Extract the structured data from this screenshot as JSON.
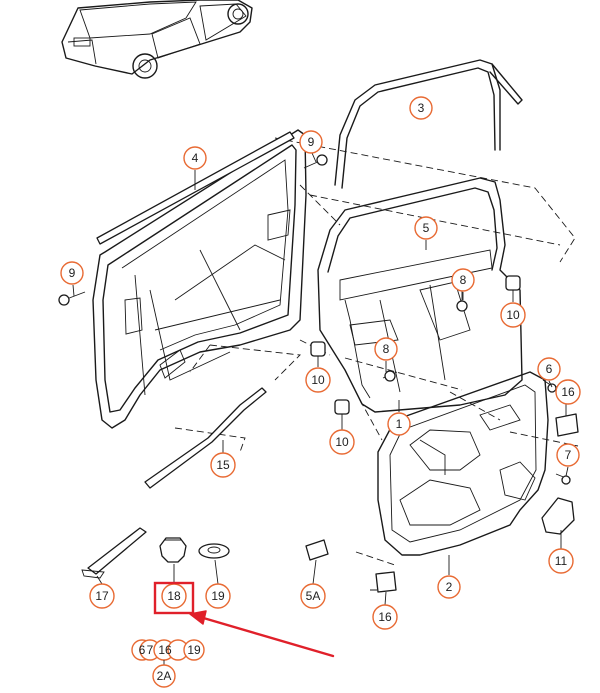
{
  "colors": {
    "callout_ring": "#e86a33",
    "highlight_box": "#e0202a",
    "arrow": "#e0202a",
    "line_art": "#1a1a1a"
  },
  "callouts": [
    {
      "id": "c3",
      "label": "3"
    },
    {
      "id": "c4",
      "label": "4"
    },
    {
      "id": "c9a",
      "label": "9"
    },
    {
      "id": "c9b",
      "label": "9"
    },
    {
      "id": "c5",
      "label": "5"
    },
    {
      "id": "c8a",
      "label": "8"
    },
    {
      "id": "c10a",
      "label": "10"
    },
    {
      "id": "c10b",
      "label": "10"
    },
    {
      "id": "c8b",
      "label": "8"
    },
    {
      "id": "c10c",
      "label": "10"
    },
    {
      "id": "c6",
      "label": "6"
    },
    {
      "id": "c16a",
      "label": "16"
    },
    {
      "id": "c1",
      "label": "1"
    },
    {
      "id": "c7",
      "label": "7"
    },
    {
      "id": "c15",
      "label": "15"
    },
    {
      "id": "c11",
      "label": "11"
    },
    {
      "id": "c2",
      "label": "2"
    },
    {
      "id": "c17",
      "label": "17"
    },
    {
      "id": "c18",
      "label": "18"
    },
    {
      "id": "c19",
      "label": "19"
    },
    {
      "id": "c5a",
      "label": "5A"
    },
    {
      "id": "c16b",
      "label": "16"
    },
    {
      "id": "c2a",
      "label": "2A"
    }
  ],
  "group_labels": [
    "6",
    "7",
    "16",
    "19"
  ],
  "highlight": {
    "target_label": "18"
  }
}
